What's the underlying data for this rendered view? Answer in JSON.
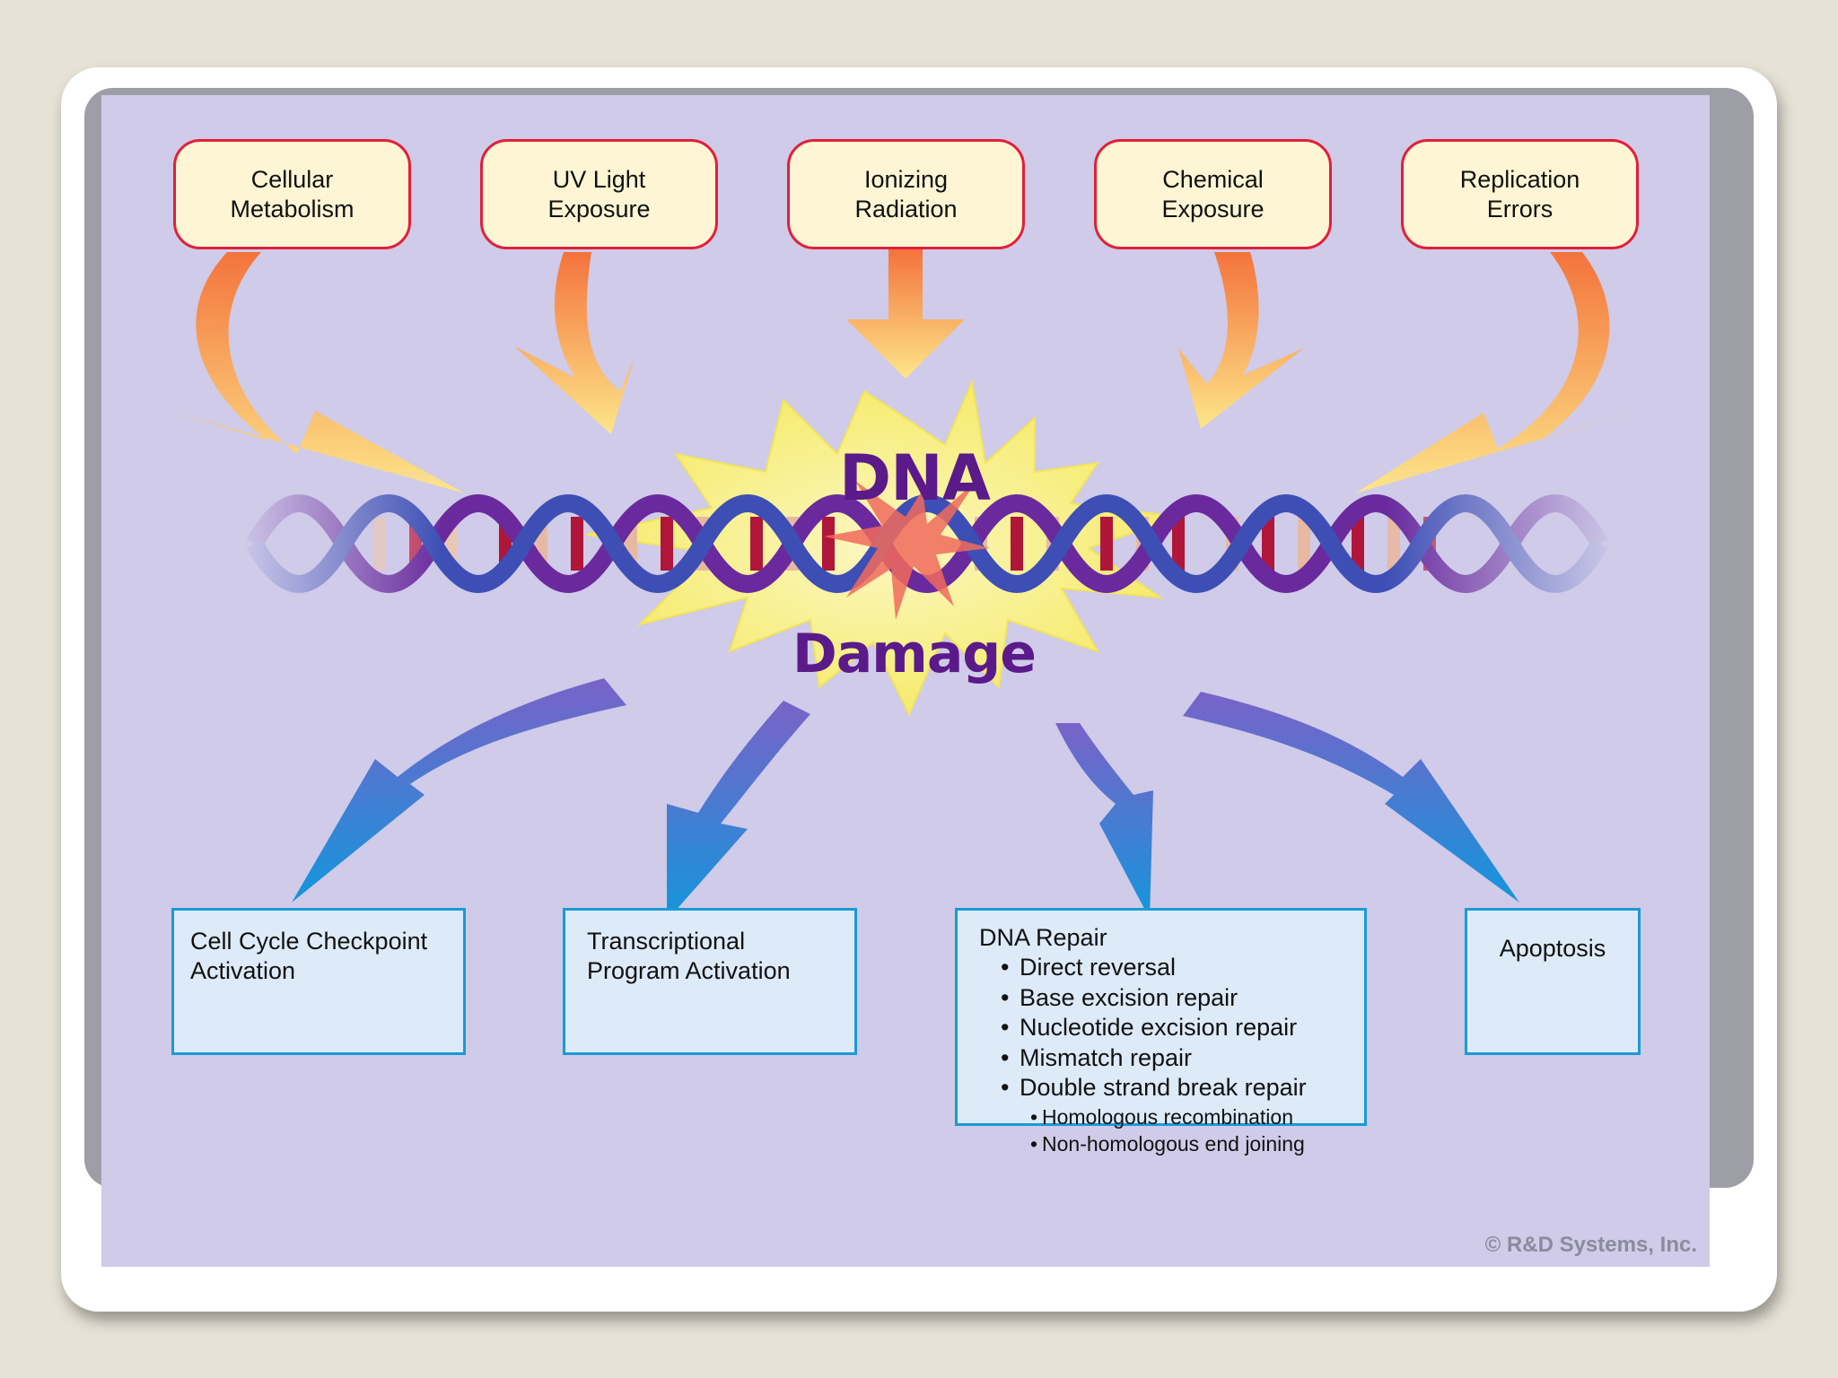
{
  "sources": [
    {
      "label": "Cellular\nMetabolism"
    },
    {
      "label": "UV Light\nExposure"
    },
    {
      "label": "Ionizing\nRadiation"
    },
    {
      "label": "Chemical\nExposure"
    },
    {
      "label": "Replication\nErrors"
    }
  ],
  "center": {
    "line1": "DNA",
    "line2": "Damage"
  },
  "outcomes": {
    "checkpoint": "Cell Cycle Checkpoint\nActivation",
    "transcription": "Transcriptional\nProgram Activation",
    "repair": {
      "title": "DNA Repair",
      "items": [
        "Direct reversal",
        "Base excision repair",
        "Nucleotide excision repair",
        "Mismatch repair",
        "Double strand break repair"
      ],
      "subitems": [
        "Homologous recombination",
        "Non-homologous end joining"
      ]
    },
    "apoptosis": "Apoptosis"
  },
  "copyright": "© R&D Systems, Inc.",
  "colors": {
    "source_border": "#e21f3a",
    "source_fill": "#fdf5d4",
    "outcome_border": "#1a9ad6",
    "outcome_fill": "#ddeaf8",
    "background": "#cfcbe8",
    "burst": "#f7ef7a",
    "title": "#5b1a8a"
  }
}
